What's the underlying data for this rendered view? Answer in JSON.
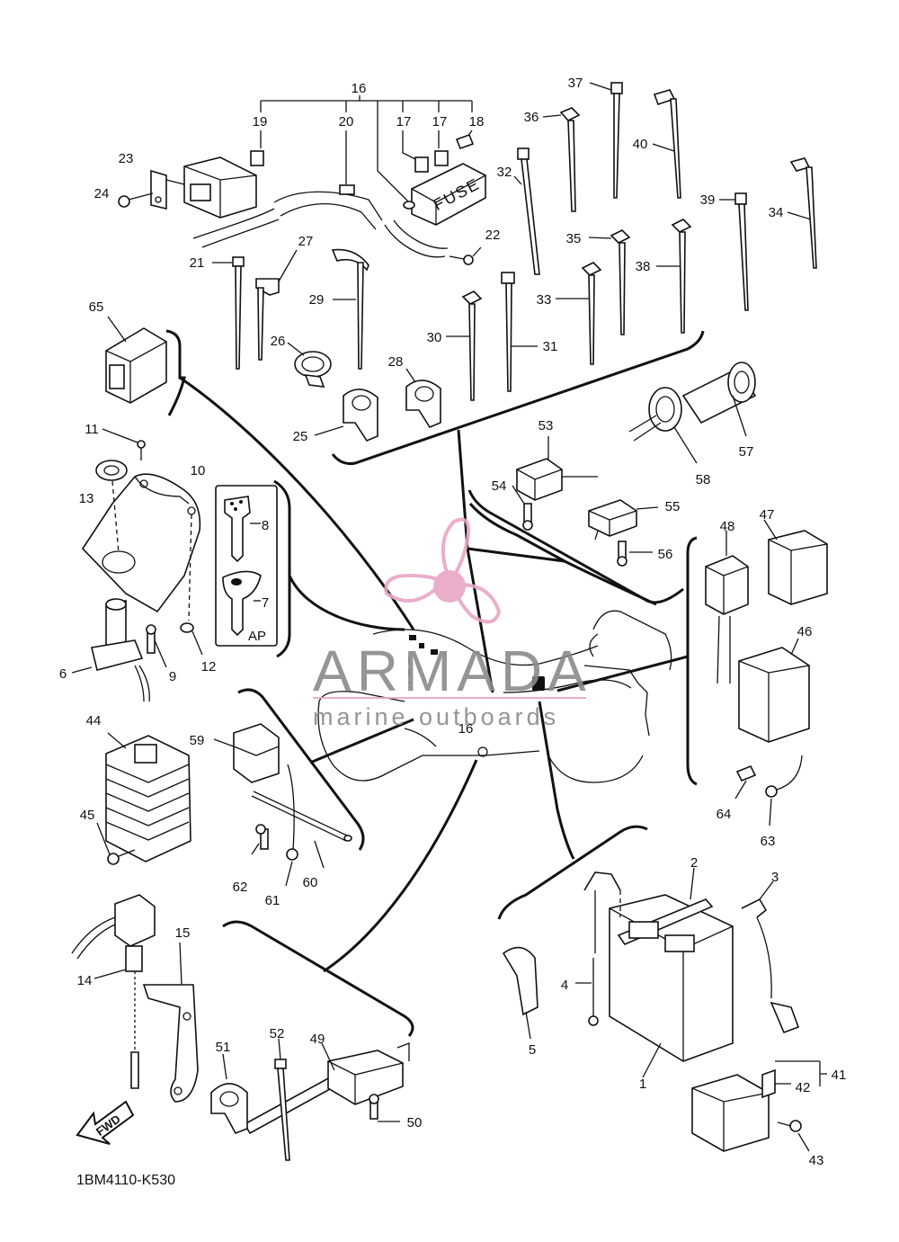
{
  "labels": [
    {
      "id": "1",
      "text": "1"
    },
    {
      "id": "2",
      "text": "2"
    },
    {
      "id": "3",
      "text": "3"
    },
    {
      "id": "4",
      "text": "4"
    },
    {
      "id": "5",
      "text": "5"
    },
    {
      "id": "6",
      "text": "6"
    },
    {
      "id": "7",
      "text": "7"
    },
    {
      "id": "8",
      "text": "8"
    },
    {
      "id": "9",
      "text": "9"
    },
    {
      "id": "10",
      "text": "10"
    },
    {
      "id": "11",
      "text": "11"
    },
    {
      "id": "12",
      "text": "12"
    },
    {
      "id": "13",
      "text": "13"
    },
    {
      "id": "14",
      "text": "14"
    },
    {
      "id": "15",
      "text": "15"
    },
    {
      "id": "16a",
      "text": "16"
    },
    {
      "id": "16b",
      "text": "16"
    },
    {
      "id": "17a",
      "text": "17"
    },
    {
      "id": "17b",
      "text": "17"
    },
    {
      "id": "18",
      "text": "18"
    },
    {
      "id": "19",
      "text": "19"
    },
    {
      "id": "20",
      "text": "20"
    },
    {
      "id": "21",
      "text": "21"
    },
    {
      "id": "22",
      "text": "22"
    },
    {
      "id": "23",
      "text": "23"
    },
    {
      "id": "24",
      "text": "24"
    },
    {
      "id": "25",
      "text": "25"
    },
    {
      "id": "26",
      "text": "26"
    },
    {
      "id": "27",
      "text": "27"
    },
    {
      "id": "28",
      "text": "28"
    },
    {
      "id": "29",
      "text": "29"
    },
    {
      "id": "30",
      "text": "30"
    },
    {
      "id": "31",
      "text": "31"
    },
    {
      "id": "32",
      "text": "32"
    },
    {
      "id": "33",
      "text": "33"
    },
    {
      "id": "34",
      "text": "34"
    },
    {
      "id": "35",
      "text": "35"
    },
    {
      "id": "36",
      "text": "36"
    },
    {
      "id": "37",
      "text": "37"
    },
    {
      "id": "38",
      "text": "38"
    },
    {
      "id": "39",
      "text": "39"
    },
    {
      "id": "40",
      "text": "40"
    },
    {
      "id": "41",
      "text": "41"
    },
    {
      "id": "42",
      "text": "42"
    },
    {
      "id": "43",
      "text": "43"
    },
    {
      "id": "44",
      "text": "44"
    },
    {
      "id": "45",
      "text": "45"
    },
    {
      "id": "46",
      "text": "46"
    },
    {
      "id": "47",
      "text": "47"
    },
    {
      "id": "48",
      "text": "48"
    },
    {
      "id": "49",
      "text": "49"
    },
    {
      "id": "50",
      "text": "50"
    },
    {
      "id": "51",
      "text": "51"
    },
    {
      "id": "52",
      "text": "52"
    },
    {
      "id": "53",
      "text": "53"
    },
    {
      "id": "54",
      "text": "54"
    },
    {
      "id": "55",
      "text": "55"
    },
    {
      "id": "56",
      "text": "56"
    },
    {
      "id": "57",
      "text": "57"
    },
    {
      "id": "58",
      "text": "58"
    },
    {
      "id": "59",
      "text": "59"
    },
    {
      "id": "60",
      "text": "60"
    },
    {
      "id": "61",
      "text": "61"
    },
    {
      "id": "62",
      "text": "62"
    },
    {
      "id": "63",
      "text": "63"
    },
    {
      "id": "64",
      "text": "64"
    },
    {
      "id": "65",
      "text": "65"
    }
  ],
  "fuse_box_text": "FUSE",
  "key_set_text": "AP",
  "fwd_arrow_text": "FWD",
  "diagram_code": "1BM4110-K530",
  "watermark": {
    "brand": "ARMADA",
    "tagline": "marine outboards",
    "logo_color": "#e8a6c6",
    "text_color": "#8a8a8a"
  }
}
